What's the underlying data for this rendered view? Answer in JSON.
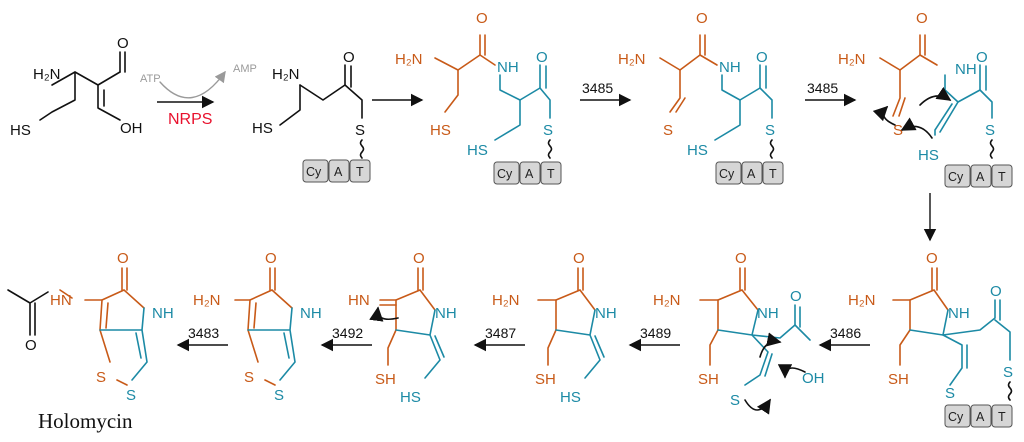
{
  "colors": {
    "orange": "#c85a18",
    "teal": "#1c8aa5",
    "red": "#e8112d",
    "gray": "#9a9a9a"
  },
  "labels": {
    "nh2": "H₂N",
    "oh": "OH",
    "sh": "SH",
    "hs": "HS",
    "o": "O",
    "s": "S",
    "nh": "NH",
    "hn": "HN",
    "n": "N"
  },
  "atp_label": "ATP",
  "amp_label": "AMP",
  "nrps_label": "NRPS",
  "domains": [
    "Cy",
    "A",
    "T"
  ],
  "steps": {
    "s1": "3485",
    "s2": "3485",
    "s3": "3486",
    "s4": "3489",
    "s5": "3487",
    "s6": "3492",
    "s7": "3483"
  },
  "product_name": "Holomycin"
}
